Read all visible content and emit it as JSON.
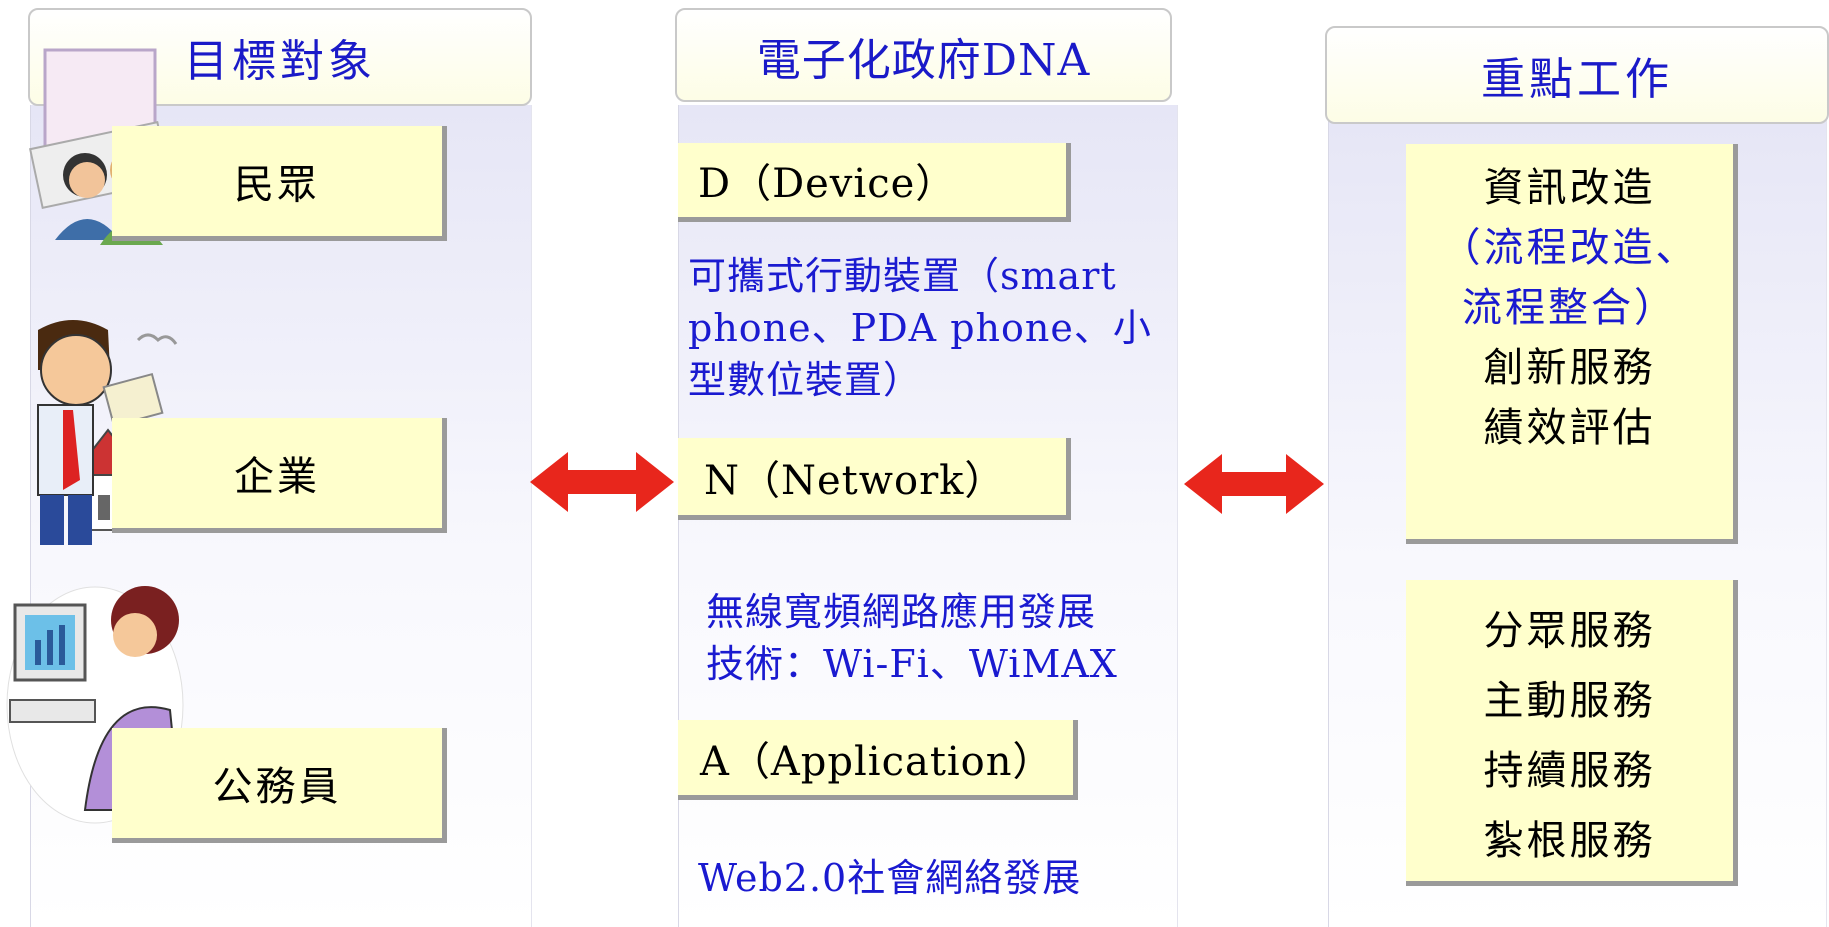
{
  "headers": {
    "targets": "目標對象",
    "dna": "電子化政府DNA",
    "work": "重點工作"
  },
  "targets": [
    "民眾",
    "企業",
    "公務員"
  ],
  "dna": {
    "d_label": "D（Device）",
    "d_desc": [
      "可攜式行動裝置（smart",
      "phone、PDA phone、小",
      "型數位裝置）"
    ],
    "n_label": "N（Network）",
    "n_desc": [
      "無線寬頻網路應用發展",
      "技術：Wi-Fi、WiMAX"
    ],
    "a_label": "A（Application）",
    "a_desc": [
      "Web2.0社會網絡發展"
    ]
  },
  "work": {
    "box1": [
      "資訊改造",
      "（流程改造、",
      "流程整合）",
      "創新服務",
      "績效評估"
    ],
    "box2": [
      "分眾服務",
      "主動服務",
      "持續服務",
      "紮根服務"
    ]
  },
  "colors": {
    "heading_text": "#1a1ac8",
    "blue_text": "#1a1ad0",
    "box_fill": "#ffffcc",
    "arrow": "#e8261c"
  },
  "icons": [
    "people-icon",
    "businessman-icon",
    "office-worker-icon",
    "double-arrow-icon"
  ]
}
